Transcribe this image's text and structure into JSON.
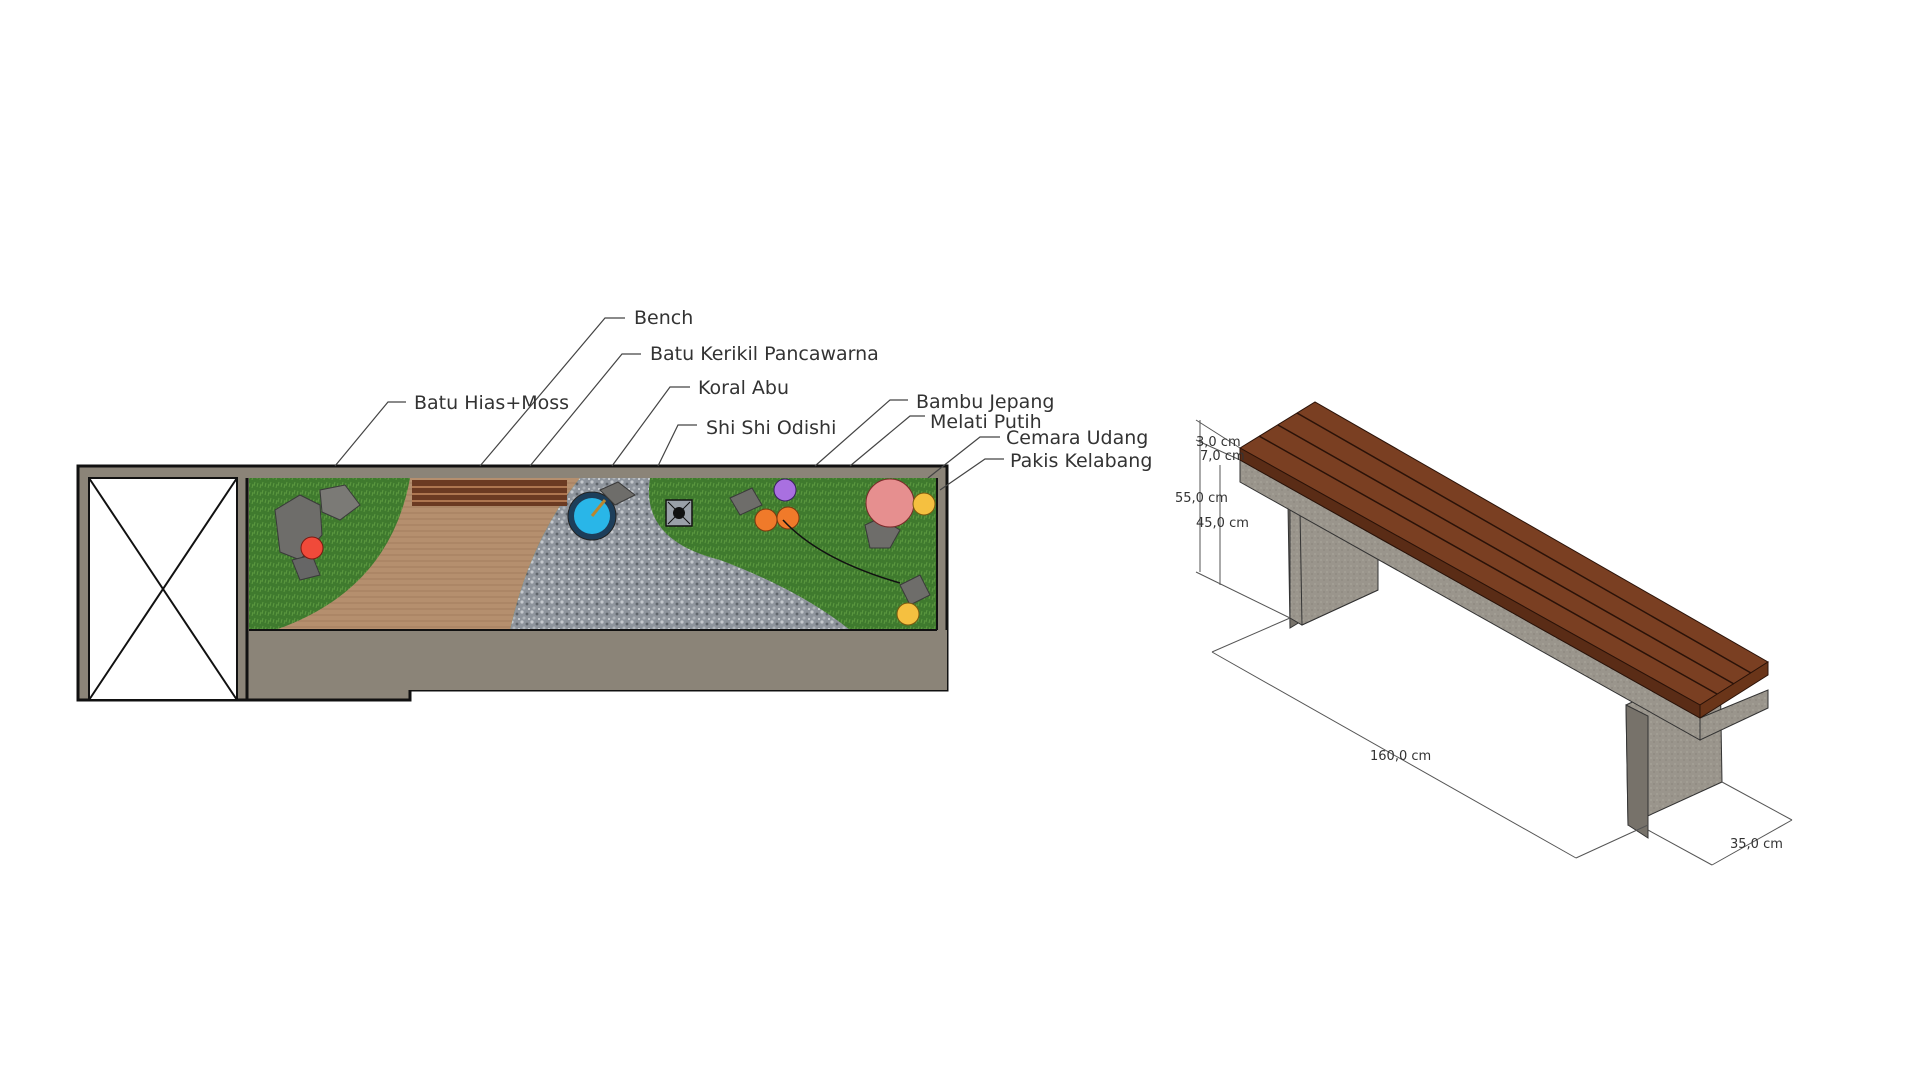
{
  "plan": {
    "labels": {
      "bench": "Bench",
      "batu_kerikil": "Batu Kerikil Pancawarna",
      "koral_abu": "Koral Abu",
      "batu_hias": "Batu Hias+Moss",
      "shi_shi": "Shi Shi Odishi",
      "bambu_jepang": "Bambu Jepang",
      "melati_putih": "Melati Putih",
      "cemara_udang": "Cemara Udang",
      "pakis_kelabang": "Pakis Kelabang"
    },
    "colors": {
      "wall": "#8b8478",
      "grass": "#3f7a2e",
      "deck": "#b58f6e",
      "gravel": "#9aa0a8",
      "water": "#29b6e8",
      "bench_wood": "#6b3a22"
    }
  },
  "bench_model": {
    "dimensions": {
      "top_thickness": "3,0 cm",
      "seat_thickness": "7,0 cm",
      "total_height": "55,0 cm",
      "leg_height": "45,0 cm",
      "length": "160,0 cm",
      "depth": "35,0 cm"
    },
    "colors": {
      "wood": "#7a3f22",
      "wood_dark": "#5a2c16",
      "concrete": "#9a958c",
      "concrete_dark": "#77726a"
    }
  }
}
